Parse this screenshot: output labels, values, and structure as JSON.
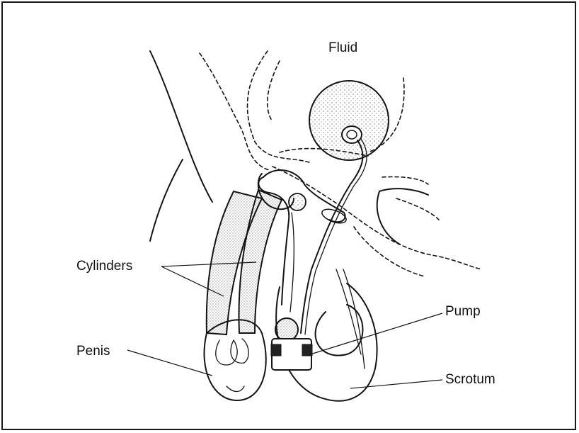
{
  "labels": {
    "fluid": "Fluid",
    "cylinders": "Cylinders",
    "pump": "Pump",
    "penis": "Penis",
    "scrotum": "Scrotum"
  },
  "colors": {
    "ink": "#141414",
    "background": "#ffffff",
    "frame": "#1a1a1a"
  }
}
